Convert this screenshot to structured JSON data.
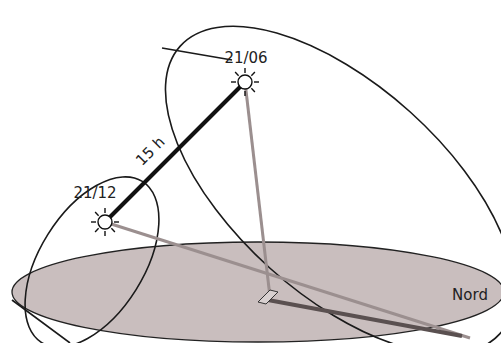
{
  "diagram": {
    "labels": [
      "21/06",
      "21/12",
      "15 h",
      "Nord"
    ]
  }
}
